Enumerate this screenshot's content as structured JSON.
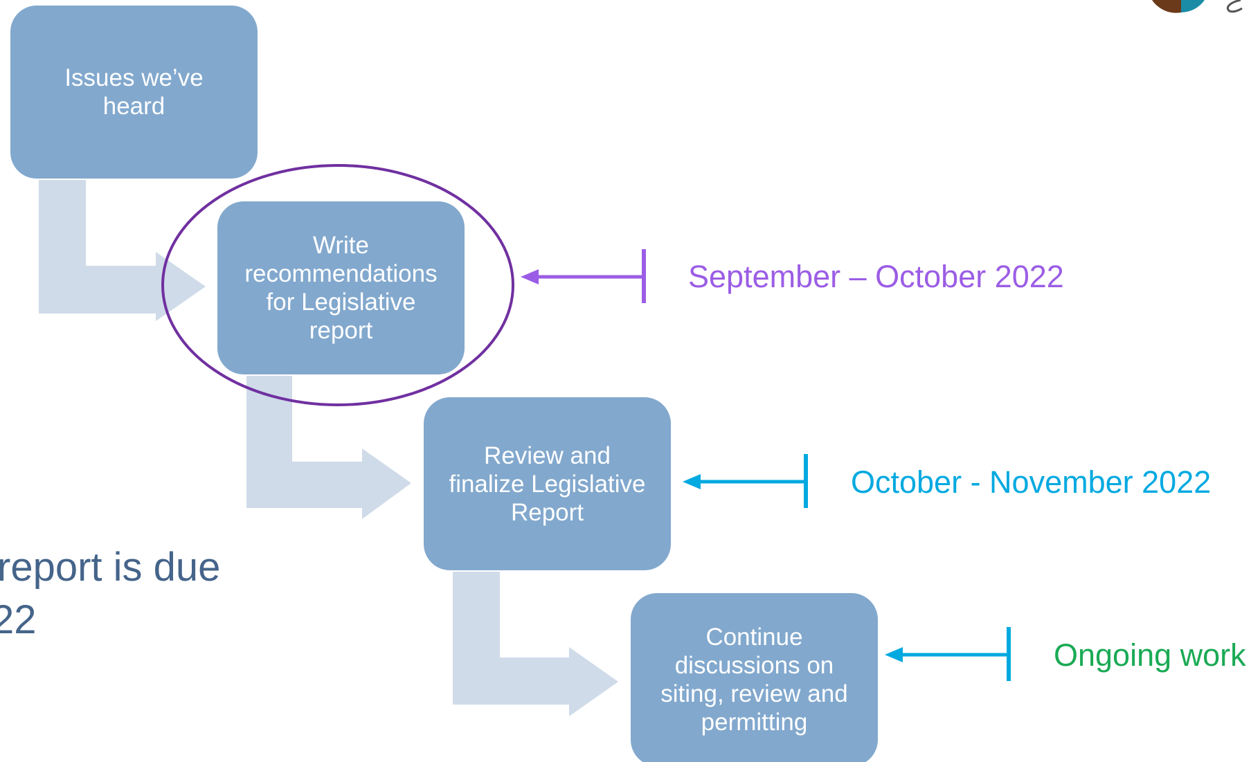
{
  "steps": [
    {
      "label": "Issues we’ve\nheard"
    },
    {
      "label": "Write\nrecommendations\nfor Legislative\nreport"
    },
    {
      "label": "Review and\nfinalize Legislative\nReport"
    },
    {
      "label": "Continue\ndiscussions on\nsiting, review and\npermitting"
    }
  ],
  "timeline": [
    {
      "label": "September – October 2022",
      "color": "#9b5de5"
    },
    {
      "label": "October - November 2022",
      "color": "#00a9e0"
    },
    {
      "label": "Ongoing work",
      "color": "#1aaa55"
    }
  ],
  "partial_text": {
    "line1": "report is due",
    "line2": "22"
  },
  "colors": {
    "box_fill": "#82a8cd",
    "connector_fill": "#cfdbe9",
    "highlight_ellipse": "#7030a0",
    "partial_text": "#45648a"
  },
  "icons": {
    "logo": "partial-circular-logo"
  }
}
